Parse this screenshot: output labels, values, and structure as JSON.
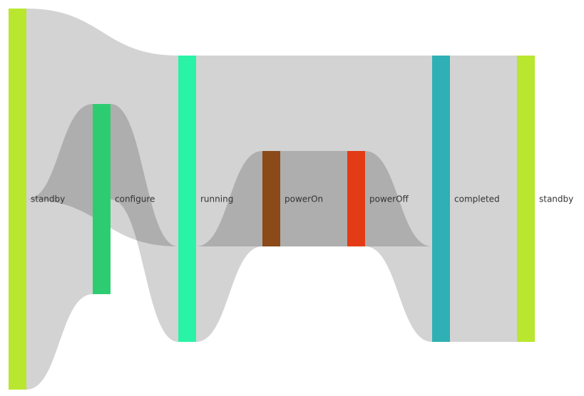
{
  "chart_data": {
    "type": "sankey",
    "title": "",
    "nodes": [
      {
        "id": "standby_start",
        "label": "standby",
        "color": "#b9e62f"
      },
      {
        "id": "configure",
        "label": "configure",
        "color": "#2ecc71"
      },
      {
        "id": "running",
        "label": "running",
        "color": "#2af2a6"
      },
      {
        "id": "powerOn",
        "label": "powerOn",
        "color": "#8b4a17"
      },
      {
        "id": "powerOff",
        "label": "powerOff",
        "color": "#e33b16"
      },
      {
        "id": "completed",
        "label": "completed",
        "color": "#2fb0b4"
      },
      {
        "id": "standby_end",
        "label": "standby",
        "color": "#b9e62f"
      }
    ],
    "links": [
      {
        "source": "standby_start",
        "target": "running",
        "value": 268
      },
      {
        "source": "standby_start",
        "target": "configure",
        "value": 267
      },
      {
        "source": "configure",
        "target": "running",
        "value": 134
      },
      {
        "source": "running",
        "target": "completed",
        "value": 268
      },
      {
        "source": "running",
        "target": "powerOn",
        "value": 134
      },
      {
        "source": "powerOn",
        "target": "powerOff",
        "value": 134
      },
      {
        "source": "powerOff",
        "target": "completed",
        "value": 134
      },
      {
        "source": "completed",
        "target": "standby_end",
        "value": 402
      }
    ],
    "link_color": "#000000"
  }
}
